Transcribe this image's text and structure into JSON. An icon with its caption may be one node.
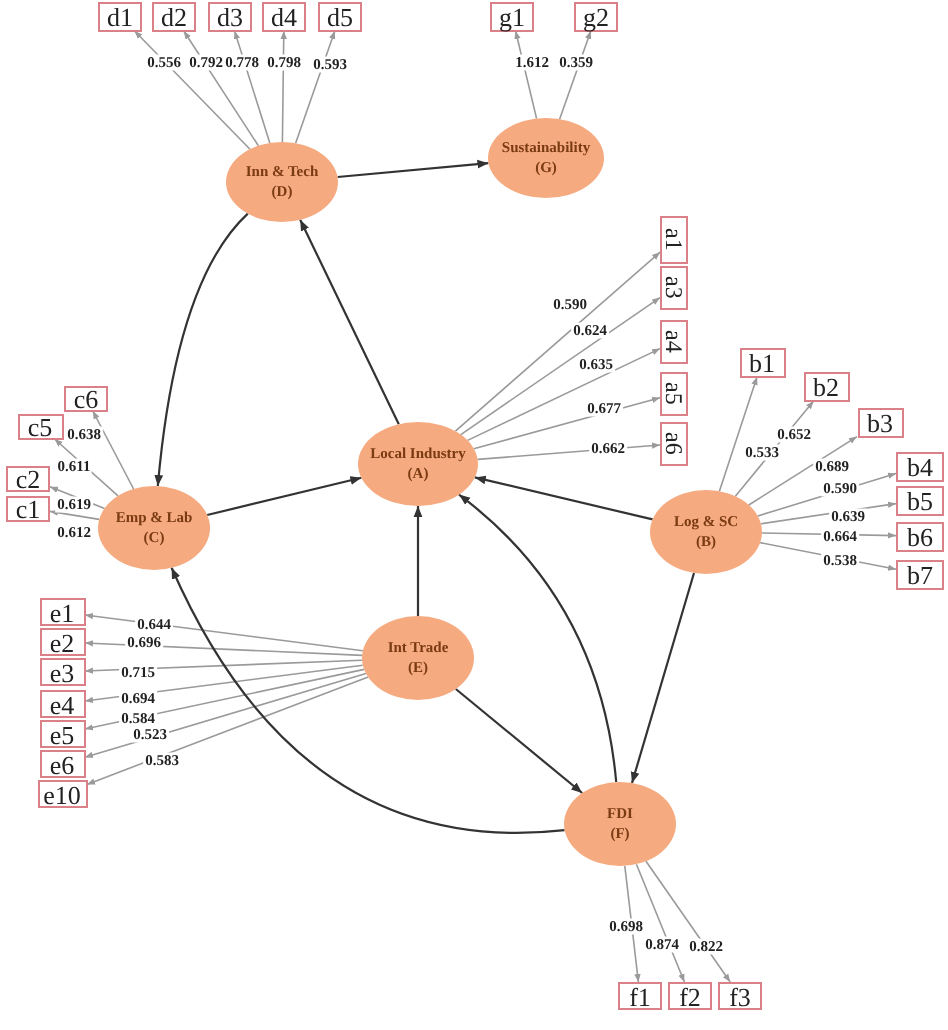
{
  "diagram": {
    "nodes": [
      {
        "text": [
          "d1"
        ]
      },
      {
        "text": [
          "d2"
        ]
      },
      {
        "text": [
          "d3"
        ]
      },
      {
        "text": [
          "d4"
        ]
      },
      {
        "text": [
          "d5"
        ]
      },
      {
        "text": [
          "g1"
        ]
      },
      {
        "text": [
          "g2"
        ]
      },
      {
        "text": [
          "Inn & Tech",
          "(D)"
        ]
      },
      {
        "text": [
          "Sustainability",
          "(G)"
        ]
      },
      {
        "text": [
          "a1"
        ]
      },
      {
        "text": [
          "a3"
        ]
      },
      {
        "text": [
          "a4"
        ]
      },
      {
        "text": [
          "a5"
        ]
      },
      {
        "text": [
          "a6"
        ]
      },
      {
        "text": [
          "b1"
        ]
      },
      {
        "text": [
          "b2"
        ]
      },
      {
        "text": [
          "b3"
        ]
      },
      {
        "text": [
          "b4"
        ]
      },
      {
        "text": [
          "b5"
        ]
      },
      {
        "text": [
          "b6"
        ]
      },
      {
        "text": [
          "b7"
        ]
      },
      {
        "text": [
          "c6"
        ]
      },
      {
        "text": [
          "c5"
        ]
      },
      {
        "text": [
          "c2"
        ]
      },
      {
        "text": [
          "c1"
        ]
      },
      {
        "text": [
          "Local Industry",
          "(A)"
        ]
      },
      {
        "text": [
          "Emp & Lab",
          "(C)"
        ]
      },
      {
        "text": [
          "Log & SC",
          "(B)"
        ]
      },
      {
        "text": [
          "Int Trade",
          "(E)"
        ]
      },
      {
        "text": [
          "e1"
        ]
      },
      {
        "text": [
          "e2"
        ]
      },
      {
        "text": [
          "e3"
        ]
      },
      {
        "text": [
          "e4"
        ]
      },
      {
        "text": [
          "e5"
        ]
      },
      {
        "text": [
          "e6"
        ]
      },
      {
        "text": [
          "e10"
        ]
      },
      {
        "text": [
          "FDI",
          "(F)"
        ]
      },
      {
        "text": [
          "f1"
        ]
      },
      {
        "text": [
          "f2"
        ]
      },
      {
        "text": [
          "f3"
        ]
      }
    ],
    "edges": [
      {
        "from": 7,
        "to": 0,
        "arrow": "to",
        "label": "0.556"
      },
      {
        "from": 7,
        "to": 1,
        "arrow": "to",
        "label": "0.792"
      },
      {
        "from": 7,
        "to": 2,
        "arrow": "to",
        "label": "0.778"
      },
      {
        "from": 7,
        "to": 3,
        "arrow": "to",
        "label": "0.798"
      },
      {
        "from": 7,
        "to": 4,
        "arrow": "to",
        "label": "0.593"
      },
      {
        "from": 8,
        "to": 5,
        "arrow": "to",
        "label": "1.612"
      },
      {
        "from": 8,
        "to": 6,
        "arrow": "to",
        "label": "0.359"
      },
      {
        "from": 25,
        "to": 9,
        "arrow": "to",
        "label": "0.590"
      },
      {
        "from": 25,
        "to": 10,
        "arrow": "to",
        "label": "0.624"
      },
      {
        "from": 25,
        "to": 11,
        "arrow": "to",
        "label": "0.635"
      },
      {
        "from": 25,
        "to": 12,
        "arrow": "to",
        "label": "0.677"
      },
      {
        "from": 25,
        "to": 13,
        "arrow": "to",
        "label": "0.662"
      },
      {
        "from": 27,
        "to": 14,
        "arrow": "to",
        "label": "0.533"
      },
      {
        "from": 27,
        "to": 15,
        "arrow": "to",
        "label": "0.652"
      },
      {
        "from": 27,
        "to": 16,
        "arrow": "to",
        "label": "0.689"
      },
      {
        "from": 27,
        "to": 17,
        "arrow": "to",
        "label": "0.590"
      },
      {
        "from": 27,
        "to": 18,
        "arrow": "to",
        "label": "0.639"
      },
      {
        "from": 27,
        "to": 19,
        "arrow": "to",
        "label": "0.664"
      },
      {
        "from": 27,
        "to": 20,
        "arrow": "to",
        "label": "0.538"
      },
      {
        "from": 26,
        "to": 21,
        "arrow": "to",
        "label": "0.638"
      },
      {
        "from": 26,
        "to": 22,
        "arrow": "to",
        "label": "0.611"
      },
      {
        "from": 26,
        "to": 23,
        "arrow": "to",
        "label": "0.619"
      },
      {
        "from": 26,
        "to": 24,
        "arrow": "to",
        "label": "0.612"
      },
      {
        "from": 28,
        "to": 29,
        "arrow": "to",
        "label": "0.644"
      },
      {
        "from": 28,
        "to": 30,
        "arrow": "to",
        "label": "0.696"
      },
      {
        "from": 28,
        "to": 31,
        "arrow": "to",
        "label": "0.715"
      },
      {
        "from": 28,
        "to": 32,
        "arrow": "to",
        "label": "0.694"
      },
      {
        "from": 28,
        "to": 33,
        "arrow": "to",
        "label": "0.584"
      },
      {
        "from": 28,
        "to": 34,
        "arrow": "to",
        "label": "0.523"
      },
      {
        "from": 28,
        "to": 35,
        "arrow": "to",
        "label": "0.583"
      },
      {
        "from": 36,
        "to": 37,
        "arrow": "to",
        "label": "0.698"
      },
      {
        "from": 36,
        "to": 38,
        "arrow": "to",
        "label": "0.874"
      },
      {
        "from": 36,
        "to": 39,
        "arrow": "to",
        "label": "0.822"
      },
      {
        "from": 25,
        "to": 7,
        "arrow": "to",
        "color": "#333333"
      },
      {
        "from": 7,
        "to": 8,
        "arrow": "to",
        "color": "#333333"
      },
      {
        "from": 7,
        "to": 26,
        "arrow": "to",
        "color": "#333333"
      },
      {
        "from": 26,
        "to": 25,
        "arrow": "to",
        "color": "#333333"
      },
      {
        "from": 27,
        "to": 25,
        "arrow": "to",
        "color": "#333333"
      },
      {
        "from": 28,
        "to": 25,
        "arrow": "to",
        "color": "#333333"
      },
      {
        "from": 36,
        "to": 25,
        "arrow": "to",
        "color": "#333333"
      },
      {
        "from": 27,
        "to": 36,
        "arrow": "to",
        "color": "#333333"
      },
      {
        "from": 28,
        "to": 36,
        "arrow": "to",
        "color": "#333333"
      },
      {
        "from": 36,
        "to": 26,
        "arrow": "to",
        "color": "#333333"
      }
    ]
  }
}
